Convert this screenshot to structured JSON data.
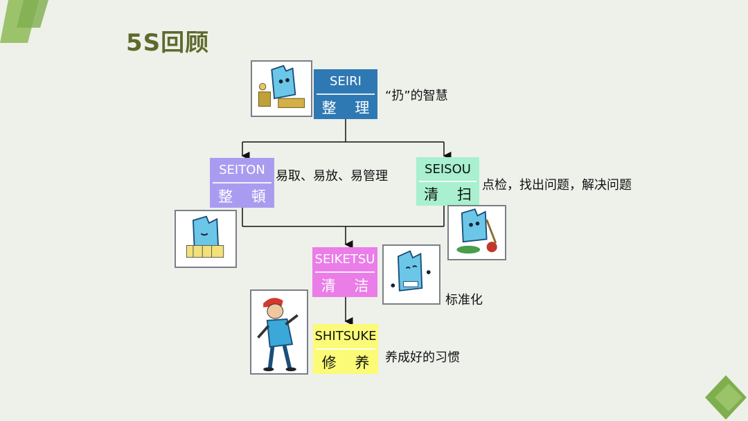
{
  "title": "5S回顾",
  "colors": {
    "seiri": "#2e78b4",
    "seiton": "#a99cf0",
    "seisou": "#a8f0cf",
    "seiketsu": "#ea7de8",
    "shitsuke": "#fbfb78",
    "accent": "#7aa443"
  },
  "steps": [
    {
      "en": "SEIRI",
      "cn": "整  理",
      "desc": "“扔”的智慧"
    },
    {
      "en": "SEITON",
      "cn": "整  頓",
      "desc": "易取、易放、易管理"
    },
    {
      "en": "SEISOU",
      "cn": "清  扫",
      "desc": "点检，找出问题，解决问题"
    },
    {
      "en": "SEIKETSU",
      "cn": "清  洁",
      "desc": "标准化"
    },
    {
      "en": "SHITSUKE",
      "cn": "修  养",
      "desc": "养成好的习惯"
    }
  ],
  "icons": [
    "sorting-cartoon-icon",
    "arranging-cartoon-icon",
    "cleaning-cartoon-icon",
    "standardize-cartoon-icon",
    "worker-cartoon-icon"
  ]
}
